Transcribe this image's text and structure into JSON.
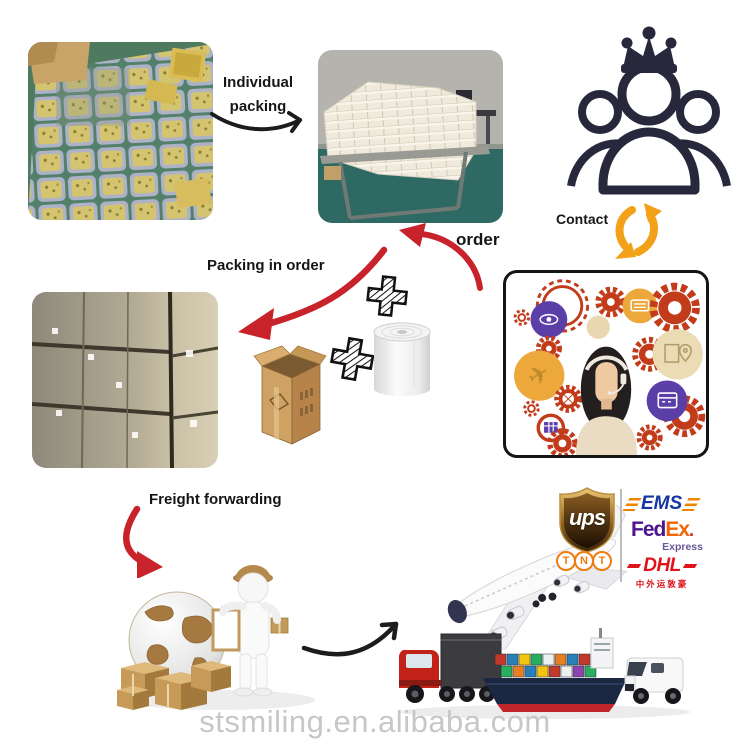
{
  "labels": {
    "individual_packing_1": "Individual",
    "individual_packing_2": "packing",
    "order": "order",
    "packing_in_order": "Packing in order",
    "contact": "Contact",
    "freight_forwarding": "Freight forwarding"
  },
  "logos": {
    "ups_text": "ups",
    "ems_text": "EMS",
    "fedex_fed": "Fed",
    "fedex_ex": "Ex",
    "fedex_dot": ".",
    "fedex_express": "Express",
    "tnt_letters": [
      "T",
      "N",
      "T"
    ],
    "dhl_text": "DHL",
    "dhl_subtext": "中外运敦豪"
  },
  "watermark": "stsmiling.en.alibaba.com",
  "icons": {
    "contact_group": "customer-group-with-crown-icon",
    "contact_arrow": "s-curve-double-arrow-icon",
    "plus_sign": "+",
    "airplane_glyph": "✈",
    "customer_service": "customer-service-agent-with-gears-illustration",
    "courier": "courier-figure-globe-packages-illustration",
    "transport": "airplane-truck-ship-van-illustration"
  },
  "colors": {
    "arrow_red": "#c8232a",
    "arrow_black": "#1c1c1c",
    "contact_arrow_orange": "#f2a119",
    "ups_gold": "#c9a24b",
    "ems_blue": "#1535a0",
    "fedex_purple": "#4d148c",
    "fedex_orange": "#f26608",
    "tnt_orange": "#ef7b10",
    "dhl_red": "#e0131b"
  }
}
